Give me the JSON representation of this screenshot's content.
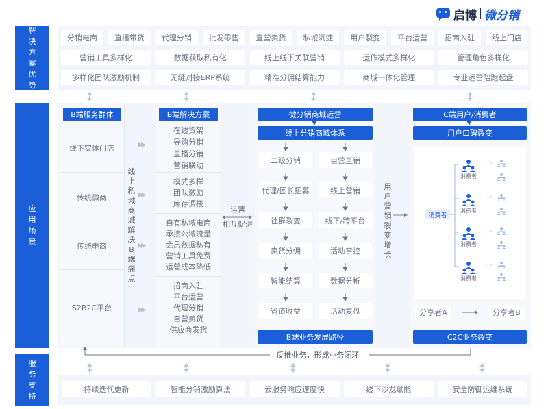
{
  "brand": {
    "name": "启博",
    "product": "微分销"
  },
  "section1": {
    "side": [
      "解",
      "决",
      "方",
      "案",
      "优",
      "势"
    ],
    "row1": [
      "分销电商",
      "直播带货",
      "代理分销",
      "批发零售",
      "直营卖货",
      "私域沉淀",
      "用户裂变",
      "平台运营",
      "招商入驻",
      "线上门店"
    ],
    "row2": [
      "营销工具多样化",
      "数据获取私有化",
      "线上线下关联营销",
      "运作模式多样化",
      "管理角色多样化"
    ],
    "row3": [
      "多样化团队激励机制",
      "无缝对接ERP系统",
      "精准分佣结算能力",
      "商城一体化管理",
      "专业运营陪跑起盘"
    ]
  },
  "section2": {
    "side": [
      "应",
      "用",
      "场",
      "景"
    ],
    "col1": {
      "title": "B端服务群体",
      "items": [
        "线下实体门店",
        "传统微商",
        "传统电商",
        "S2B2C平台"
      ]
    },
    "vlabel1": [
      "线",
      "上",
      "私",
      "域",
      "商",
      "城",
      "解",
      "决",
      "B",
      "端",
      "痛",
      "点"
    ],
    "col2": {
      "title": "B端解决方案",
      "groups": [
        [
          "在线货架",
          "导购分销",
          "直播分销",
          "营销联动"
        ],
        [
          "模式多样",
          "团队激励",
          "库存调拨"
        ],
        [
          "自有私域电商",
          "承接公域流量",
          "会员数据私有",
          "营销工具免费",
          "运营成本降低"
        ],
        [
          "招商入驻",
          "平台运营",
          "代理分销",
          "自营卖货",
          "供应商发货"
        ]
      ]
    },
    "mid_label": [
      "运营",
      "相互促进"
    ],
    "col3": {
      "top": "微分销商城运营",
      "sub": "线上分销商城体系",
      "left": [
        "二级分销",
        "代理/团长招募",
        "社群裂变",
        "卖货分佣",
        "智能结算",
        "管道收益"
      ],
      "right": [
        "自营直销",
        "线上营销",
        "线下/跨平台",
        "活动掌控",
        "数据分析",
        "活动复盘"
      ],
      "bottom": "B端业务发展路径"
    },
    "vlabel2": [
      "用",
      "户",
      "营",
      "销",
      "裂",
      "变",
      "增",
      "长"
    ],
    "col4": {
      "title": "C端用户/消费者",
      "sub": "用户口碑裂变",
      "center": "消费者",
      "node": "消费者",
      "sharer_a": "分享者A",
      "sharer_b": "分享者B",
      "bottom": "C2C业务裂变"
    },
    "feedback": "反推业务，形成业务闭环"
  },
  "section3": {
    "side": [
      "服",
      "务",
      "支",
      "持"
    ],
    "items": [
      "持续迭代更新",
      "智能分销激励算法",
      "云服务响应速度快",
      "线下沙龙赋能",
      "安全防御运维系统"
    ]
  },
  "colors": {
    "primary": "#1a5ed8",
    "panel": "#f2f5fb",
    "text": "#6b7486"
  }
}
